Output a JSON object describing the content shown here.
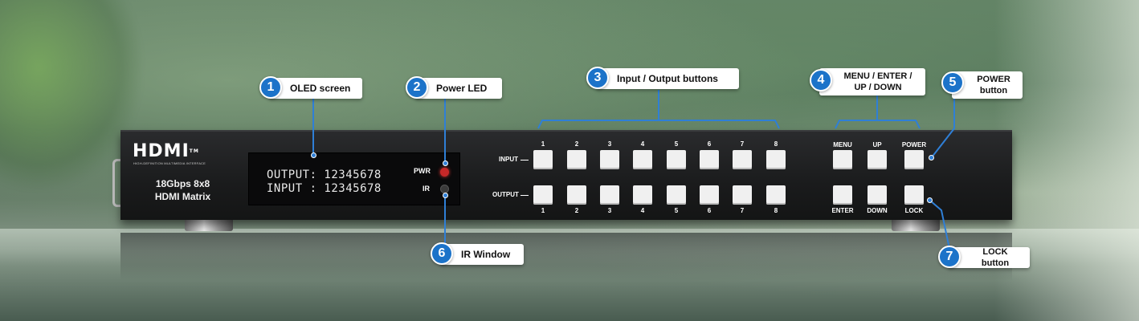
{
  "device": {
    "logo": "HDMI",
    "logo_tm": "TM",
    "logo_tagline": "HIGH-DEFINITION MULTIMEDIA INTERFACE",
    "model_line1": "18Gbps 8x8",
    "model_line2": "HDMI Matrix",
    "oled_line1": "OUTPUT: 12345678",
    "oled_line2": "INPUT : 12345678",
    "pwr_label": "PWR",
    "ir_label": "IR",
    "input_row_label": "INPUT",
    "output_row_label": "OUTPUT",
    "input_numbers": [
      "1",
      "2",
      "3",
      "4",
      "5",
      "6",
      "7",
      "8"
    ],
    "output_numbers": [
      "1",
      "2",
      "3",
      "4",
      "5",
      "6",
      "7",
      "8"
    ],
    "menu_label": "MENU",
    "up_label": "UP",
    "power_label": "POWER",
    "enter_label": "ENTER",
    "down_label": "DOWN",
    "lock_label": "LOCK",
    "pwr_led_color": "#c62828",
    "ir_window_color": "#3a3a3a"
  },
  "callouts": [
    {
      "num": "1",
      "label": "OLED screen"
    },
    {
      "num": "2",
      "label": "Power LED"
    },
    {
      "num": "3",
      "label": "Input / Output buttons"
    },
    {
      "num": "4",
      "label": "MENU / ENTER / UP / DOWN"
    },
    {
      "num": "5",
      "label": "POWER button"
    },
    {
      "num": "6",
      "label": "IR Window"
    },
    {
      "num": "7",
      "label": "LOCK button"
    }
  ],
  "colors": {
    "badge": "#1c73c9",
    "leader": "#2f7fd6"
  }
}
